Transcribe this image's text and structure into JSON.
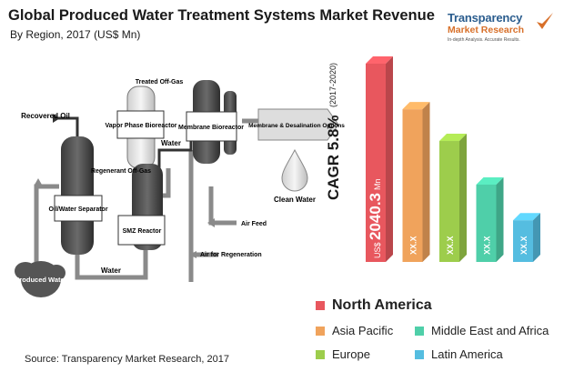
{
  "header": {
    "title": "Global Produced Water Treatment Systems Market Revenue",
    "subtitle": "By Region, 2017 (US$ Mn)"
  },
  "logo": {
    "line1": "Transparency",
    "line2": "Market Research",
    "tagline": "In-depth Analysis. Accurate Results."
  },
  "diagram": {
    "labels": {
      "recovered_oil": "Recovered Oil",
      "oil_water_separator": "Oil/Water Separator",
      "produced_water": "Produced Water",
      "vapor_phase_bioreactor": "Vapor Phase Bioreactor",
      "treated_offgas": "Treated Off-Gas",
      "regenerant_offgas": "Regenerant Off-Gas",
      "smz_reactor": "SMZ Reactor",
      "water_top": "Water",
      "water_bottom": "Water",
      "membrane_bioreactor": "Membrane Bioreactor",
      "membrane_desal": "Membrane & Desalination Options",
      "clean_water": "Clean Water",
      "air_feed": "Air Feed",
      "air_regen": "Air for Regeneration"
    }
  },
  "chart_data": {
    "type": "bar",
    "title": "Global Produced Water Treatment Systems Market Revenue",
    "subtitle": "By Region, 2017 (US$ Mn)",
    "categories": [
      "North America",
      "Asia Pacific",
      "Europe",
      "Middle East and Africa",
      "Latin America"
    ],
    "values": [
      2040.3,
      null,
      null,
      null,
      null
    ],
    "relative_heights": [
      1.0,
      0.77,
      0.61,
      0.39,
      0.21
    ],
    "data_labels": [
      "US$ 2040.3 Mn",
      "XX.X",
      "XX.X",
      "XX.X",
      "XX.X"
    ],
    "colors": [
      "#e8575e",
      "#f0a35c",
      "#9dcd4c",
      "#4fcfa9",
      "#55bde0"
    ],
    "cagr_label": "CAGR 5.8%",
    "cagr_period": "(2017-2020)",
    "value_prefix": "US$",
    "value_main": "2040.3",
    "value_suffix": "Mn",
    "legend": [
      {
        "name": "North America",
        "color": "#e8575e"
      },
      {
        "name": "Asia Pacific",
        "color": "#f0a35c"
      },
      {
        "name": "Middle East and Africa",
        "color": "#4fcfa9"
      },
      {
        "name": "Europe",
        "color": "#9dcd4c"
      },
      {
        "name": "Latin America",
        "color": "#55bde0"
      }
    ]
  },
  "footer": {
    "source": "Source: Transparency Market Research, 2017"
  }
}
